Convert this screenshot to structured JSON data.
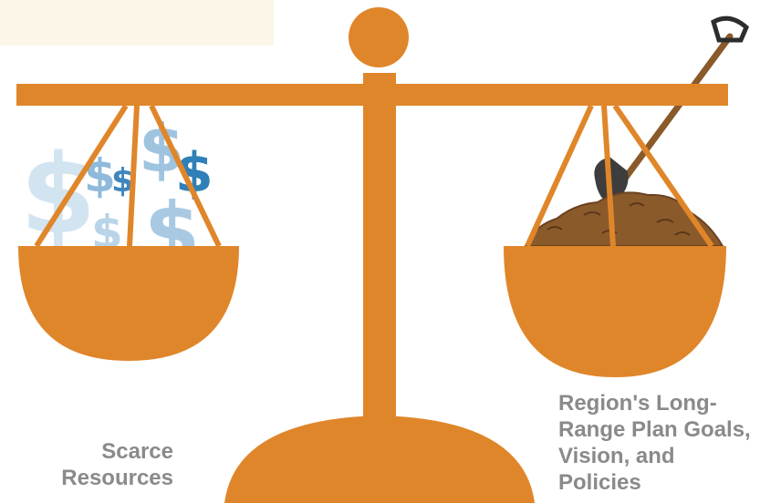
{
  "colors": {
    "scale": "#e0862a",
    "background_tint": "#fbf6e8",
    "dollar_light": "#cfe1ef",
    "dollar_mid": "#7fb0d4",
    "dollar_dark": "#2f7fb8",
    "dirt": "#8b5a2b",
    "shovel_blade": "#3d3d3d",
    "shovel_handle": "#8a5a2b",
    "label_text": "#8a8a8a"
  },
  "icons": {
    "left_pan_contents": "dollar-signs",
    "right_pan_contents": "shovel-in-dirt"
  },
  "labels": {
    "left": [
      "Scarce",
      "Resources"
    ],
    "right": [
      "Region's Long-",
      "Range Plan Goals,",
      "Vision, and",
      "Policies"
    ]
  }
}
